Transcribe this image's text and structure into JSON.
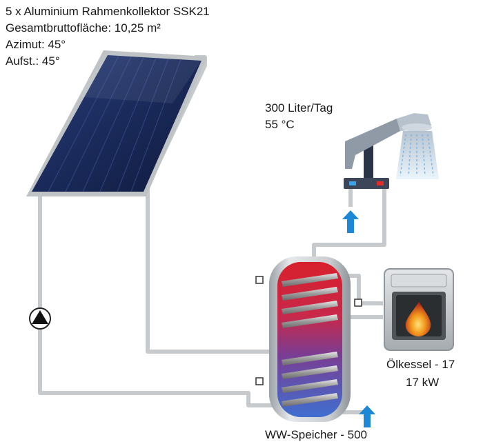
{
  "collector": {
    "line1": "5 x Aluminium Rahmenkollektor SSK21",
    "line2": "Gesamtbruttofläche: 10,25 m²",
    "line3": "Azimut:  45°",
    "line4": "Aufst.:  45°"
  },
  "consumption": {
    "volume": "300 Liter/Tag",
    "temperature": "55 °C"
  },
  "boiler": {
    "label_line1": "Ölkessel   - 17",
    "label_line2": "17 kW"
  },
  "storage": {
    "label": "WW-Speicher - 500"
  },
  "colors": {
    "pipe": "#c8ccce",
    "flow_arrow": "#1e88d6",
    "hot": "#d8202c",
    "cold": "#3f6fd0",
    "panel": "#1b2c5e",
    "flame": "#f39a1d"
  }
}
